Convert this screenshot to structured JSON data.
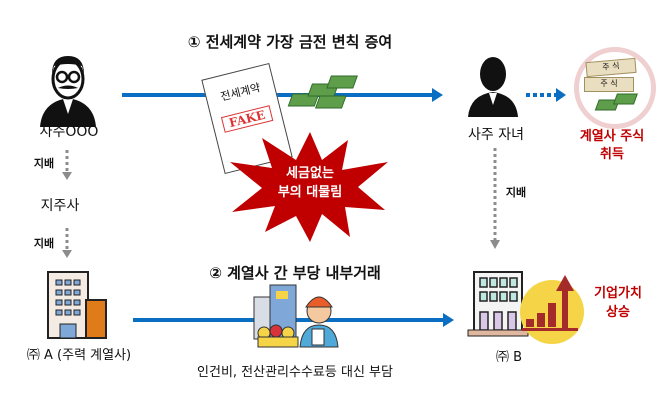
{
  "step1": {
    "title": "① 전세계약 가장 금전 변칙 증여",
    "document_title": "전세계약",
    "stamp": "FAKE"
  },
  "step2": {
    "title": "② 계열사 간 부당 내부거래",
    "caption": "인건비, 전산관리수수료등 대신 부담"
  },
  "owner": {
    "label": "사주OOO"
  },
  "child": {
    "label": "사주 자녀"
  },
  "stock": {
    "ticket_text": "주 식",
    "result_line1": "계열사 주식",
    "result_line2": "취득"
  },
  "control_label": "지배",
  "holding": {
    "label": "지주사"
  },
  "company_a": {
    "label": "㈜ A (주력 계열사)"
  },
  "company_b": {
    "label": "㈜ B",
    "result_line1": "기업가치",
    "result_line2": "상승"
  },
  "burst": {
    "line1": "세금없는",
    "line2": "부의 대물림"
  },
  "colors": {
    "blue": "#0a6fc2",
    "red": "#c00000",
    "gray": "#8c8c8c",
    "yellow": "#f5d547"
  }
}
